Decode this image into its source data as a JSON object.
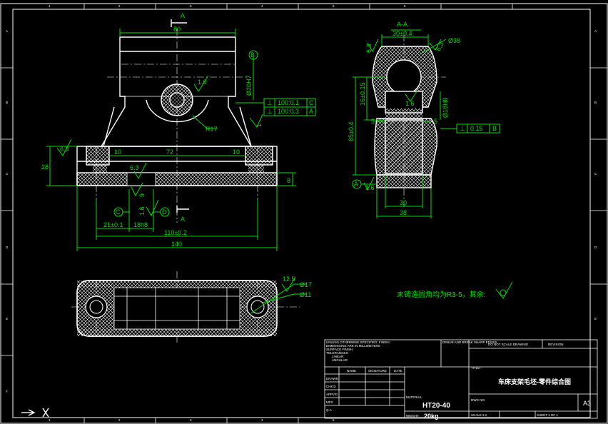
{
  "grid": {
    "cols": [
      "1",
      "2",
      "3",
      "4",
      "5",
      "6"
    ],
    "rows": [
      "A",
      "B",
      "C",
      "D",
      "E",
      "F"
    ]
  },
  "front": {
    "section_label": "A",
    "dim_80": "80",
    "dim_72": "72",
    "dim_10_left": "10",
    "dim_10_right": "10",
    "dim_140": "140",
    "dim_110": "110±0.2",
    "dim_21": "21±0.1",
    "dim_18": "18h8",
    "dim_28": "28",
    "dim_8": "8",
    "dim_r17": "R17",
    "dim_bore": "Ø20H7",
    "rough_63a": "6.3",
    "rough_63b": "6.3",
    "rough_16a": "1.6",
    "rough_16b": "1.6",
    "rough_12": "1",
    "rough_9": "9",
    "rough_125": "12.5",
    "datum_b": "B",
    "tol1_sym": "⊥",
    "tol1_val": "100:0.1",
    "tol1_ref": "C",
    "tol2_sym": "⊥",
    "tol2_val": "100:0.3",
    "tol2_ref": "A",
    "datum_c": "C",
    "datum_d": "D",
    "cut_label": "A"
  },
  "section": {
    "title": "A-A",
    "dim_30_top": "30±0.4",
    "dim_38_dia": "Ø38",
    "dim_63": "6.3",
    "dim_63b": "6.3",
    "dim_164": "16±0.15",
    "dim_65": "65±0.4",
    "dim_18": "Ø18H8",
    "dim_16": "1.6",
    "dim_5a": "5",
    "dim_5b": "5",
    "dim_30": "30",
    "dim_38": "38",
    "tol_sym": "⊥",
    "tol_val": "0.15",
    "tol_ref": "B",
    "datum_a": "A"
  },
  "plan": {
    "dim_17": "Ø17",
    "dim_11": "Ø11"
  },
  "note": "未铸造圆角均为R3-5，其余:",
  "titleblock": {
    "notes_lines": [
      "UNLESS OTHERWISE SPECIFIED: FINISH:",
      "DIMENSIONS ARE IN MILLIMETERS",
      "SURFACE FINISH:",
      "TOLERANCES:",
      "LINEAR:",
      "ANGULAR:"
    ],
    "deburr": "DEBUR AND BREAK SHARP EDGES",
    "do_not_scale": "DO NOT SCALE DRAWING",
    "revision": "REVISION",
    "title_label": "TITLE:",
    "title": "车床支架毛坯-零件综合图",
    "col_name": "NAME",
    "col_signature": "SIGNATURE",
    "col_date": "DATE",
    "rows": [
      "DRAWN",
      "CHK'D",
      "APPV'D",
      "MFG",
      "Q.A"
    ],
    "material_label": "MATERIAL:",
    "material": "HT20-40",
    "weight_label": "WEIGHT:",
    "weight": "20kg",
    "dwg_label": "DWG NO.",
    "size": "A3",
    "scale": "SCALE:1:1",
    "sheet": "SHEET 1 OF 1"
  }
}
